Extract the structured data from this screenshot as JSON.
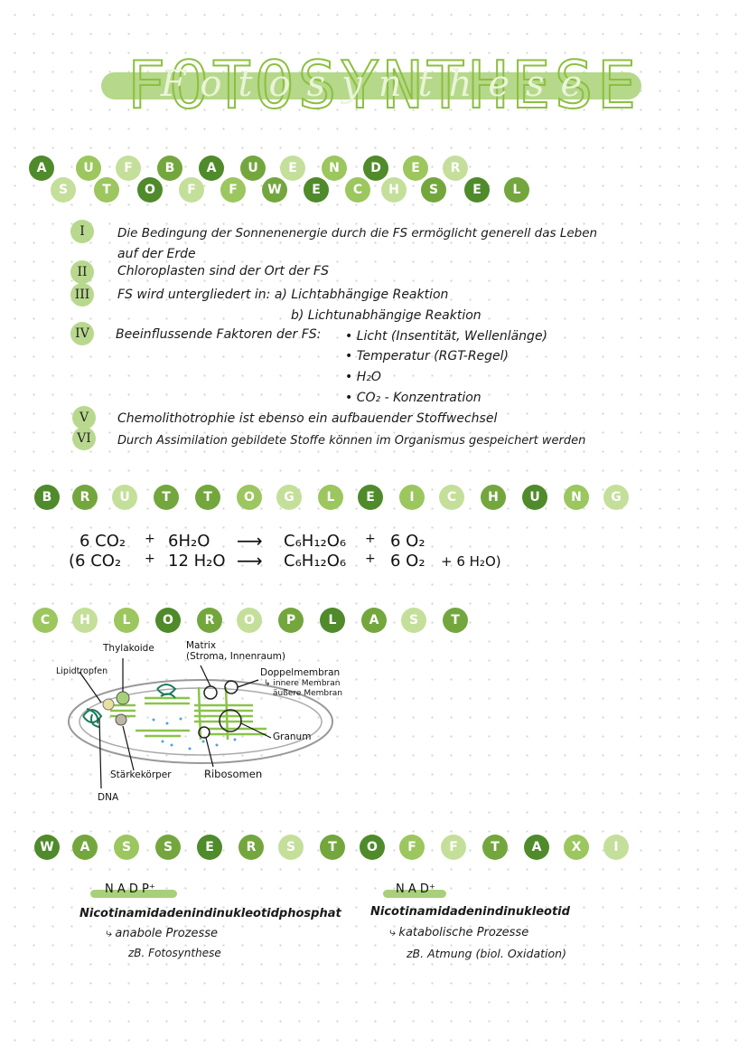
{
  "title": {
    "block_text": "FOTOSYNTHESE",
    "script_text": "Fotosynthese",
    "pill_color": "#b5d88a",
    "stroke_color": "#8cbf3f"
  },
  "section1": {
    "heading_row1": [
      "A",
      "U",
      "F",
      "B",
      "A",
      "U",
      "E",
      "N",
      "D",
      "E",
      "R"
    ],
    "heading_row2": [
      "S",
      "T",
      "O",
      "F",
      "F",
      "W",
      "E",
      "C",
      "H",
      "S",
      "E",
      "L"
    ],
    "items": [
      {
        "num": "I",
        "lines": [
          "Die Bedingung der Sonnenenergie durch die FS ermöglicht generell das Leben",
          "auf der Erde"
        ]
      },
      {
        "num": "II",
        "lines": [
          "Chloroplasten sind der Ort der FS"
        ]
      },
      {
        "num": "III",
        "lines": [
          "FS wird untergliedert in: a) Lichtabhängige Reaktion",
          "b) Lichtunabhängige Reaktion"
        ]
      },
      {
        "num": "IV",
        "lines": [
          "Beeinflussende Faktoren der FS:",
          "• Licht (Insentität, Wellenlänge)",
          "• Temperatur (RGT-Regel)",
          "• H₂O",
          "• CO₂ - Konzentration"
        ]
      },
      {
        "num": "V",
        "lines": [
          "Chemolithotrophie ist ebenso ein aufbauender Stoffwechsel"
        ]
      },
      {
        "num": "VI",
        "lines": [
          "Durch Assimilation gebildete Stoffe können im Organismus gespeichert werden"
        ]
      }
    ]
  },
  "section2": {
    "heading": [
      "B",
      "R",
      "U",
      "T",
      "T",
      "O",
      "G",
      "L",
      "E",
      "I",
      "C",
      "H",
      "U",
      "N",
      "G"
    ],
    "equations": [
      {
        "lhs1": "6 CO₂",
        "plus1": "+",
        "lhs2": "6H₂O",
        "arrow": "⟶",
        "rhs1": "C₆H₁₂O₆",
        "plus2": "+",
        "rhs2": "6 O₂",
        "extra": ""
      },
      {
        "lhs1": "(6 CO₂",
        "plus1": "+",
        "lhs2": "12 H₂O",
        "arrow": "⟶",
        "rhs1": "C₆H₁₂O₆",
        "plus2": "+",
        "rhs2": "6 O₂",
        "extra": "+ 6 H₂O)"
      }
    ]
  },
  "section3": {
    "heading": [
      "C",
      "H",
      "L",
      "O",
      "R",
      "O",
      "P",
      "L",
      "A",
      "S",
      "T"
    ],
    "labels": {
      "thylakoide": "Thylakoide",
      "matrix": "Matrix",
      "matrix_sub": "(Stroma, Innenraum)",
      "lipidtropfen": "Lipidtropfen",
      "doppelmembran": "Doppelmembran",
      "innere": "↳ innere Membran",
      "aeussere": "äußere Membran",
      "granum": "Granum",
      "ribosomen": "Ribosomen",
      "staerke": "Stärkekörper",
      "dna": "DNA"
    }
  },
  "section4": {
    "heading": [
      "W",
      "A",
      "S",
      "S",
      "E",
      "R",
      "S",
      "T",
      "O",
      "F",
      "F",
      "T",
      "A",
      "X",
      "I"
    ],
    "left": {
      "tag": "N A D P⁺",
      "name": "Nicotinamidadenindinukleotidphosphat",
      "line1": "⤷ anabole Prozesse",
      "line2": "zB. Fotosynthese"
    },
    "right": {
      "tag": "N A D⁺",
      "name": "Nicotinamidadenindinukleotid",
      "line1": "⤷ katabolische Prozesse",
      "line2": "zB. Atmung (biol. Oxidation)"
    }
  }
}
